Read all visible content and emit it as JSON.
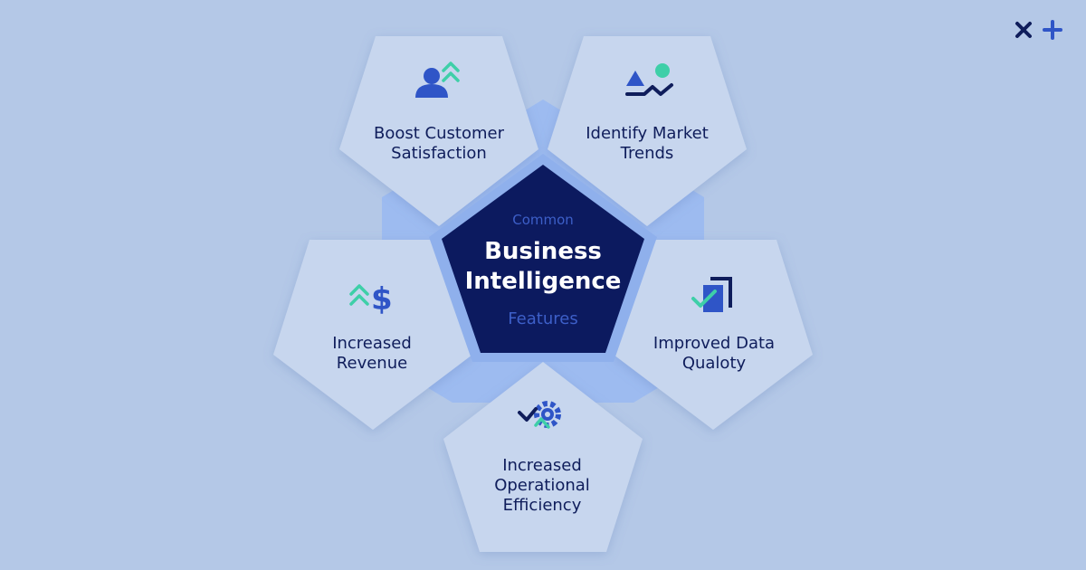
{
  "center": {
    "eyebrow": "Common",
    "title_line1": "Business",
    "title_line2": "Intelligence",
    "subtitle": "Features"
  },
  "features": [
    {
      "line1": "Boost Customer",
      "line2": "Satisfaction",
      "icon": "user-boost-icon"
    },
    {
      "line1": "Identify Market",
      "line2": "Trends",
      "icon": "market-trend-icon"
    },
    {
      "line1": "Increased",
      "line2": "Revenue",
      "icon": "dollar-up-icon"
    },
    {
      "line1": "Improved Data",
      "line2": "Qualoty",
      "icon": "data-check-icon"
    },
    {
      "line1": "Increased",
      "line2": "Operational",
      "line3": "Efficiency",
      "icon": "gear-check-icon"
    }
  ],
  "colors": {
    "background": "#b4c8e7",
    "tile": "#c7d6ee",
    "center": "#0c1a5f",
    "center_ring": "#8fb0ec",
    "navy": "#0f1d5b",
    "blue": "#2f55c7",
    "teal": "#3ecfa8"
  }
}
